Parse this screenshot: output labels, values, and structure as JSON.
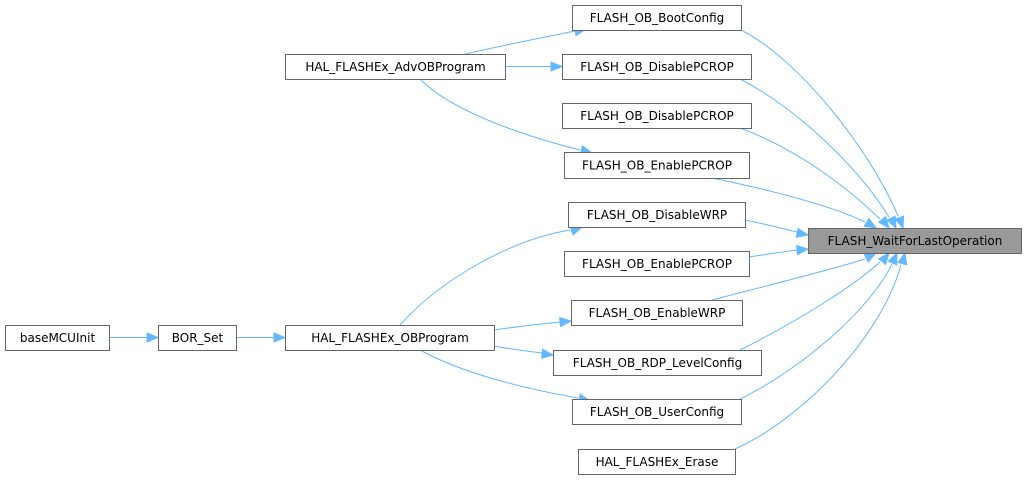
{
  "diagram": {
    "type": "call-graph",
    "colors": {
      "edge": "#63b8ff",
      "node_border": "#666666",
      "focus_fill": "#999999",
      "node_fill": "#ffffff"
    },
    "nodes": [
      {
        "id": "boot",
        "label": "FLASH_OB_BootConfig"
      },
      {
        "id": "adv",
        "label": "HAL_FLASHEx_AdvOBProgram"
      },
      {
        "id": "dpcrop1",
        "label": "FLASH_OB_DisablePCROP"
      },
      {
        "id": "dpcrop2",
        "label": "FLASH_OB_DisablePCROP"
      },
      {
        "id": "epcrop1",
        "label": "FLASH_OB_EnablePCROP"
      },
      {
        "id": "dwrp",
        "label": "FLASH_OB_DisableWRP"
      },
      {
        "id": "wait",
        "label": "FLASH_WaitForLastOperation",
        "focus": true
      },
      {
        "id": "epcrop2",
        "label": "FLASH_OB_EnablePCROP"
      },
      {
        "id": "ewrp",
        "label": "FLASH_OB_EnableWRP"
      },
      {
        "id": "base",
        "label": "baseMCUInit"
      },
      {
        "id": "bor",
        "label": "BOR_Set"
      },
      {
        "id": "obp",
        "label": "HAL_FLASHEx_OBProgram"
      },
      {
        "id": "rdp",
        "label": "FLASH_OB_RDP_LevelConfig"
      },
      {
        "id": "user",
        "label": "FLASH_OB_UserConfig"
      },
      {
        "id": "erase",
        "label": "HAL_FLASHEx_Erase"
      }
    ],
    "edges": [
      {
        "from": "base",
        "to": "bor"
      },
      {
        "from": "bor",
        "to": "obp"
      },
      {
        "from": "adv",
        "to": "boot"
      },
      {
        "from": "adv",
        "to": "dpcrop1"
      },
      {
        "from": "adv",
        "to": "epcrop1"
      },
      {
        "from": "obp",
        "to": "dwrp"
      },
      {
        "from": "obp",
        "to": "ewrp"
      },
      {
        "from": "obp",
        "to": "rdp"
      },
      {
        "from": "obp",
        "to": "user"
      },
      {
        "from": "boot",
        "to": "wait"
      },
      {
        "from": "dpcrop1",
        "to": "wait"
      },
      {
        "from": "dpcrop2",
        "to": "wait"
      },
      {
        "from": "epcrop1",
        "to": "wait"
      },
      {
        "from": "dwrp",
        "to": "wait"
      },
      {
        "from": "epcrop2",
        "to": "wait"
      },
      {
        "from": "ewrp",
        "to": "wait"
      },
      {
        "from": "rdp",
        "to": "wait"
      },
      {
        "from": "user",
        "to": "wait"
      },
      {
        "from": "erase",
        "to": "wait"
      }
    ]
  }
}
